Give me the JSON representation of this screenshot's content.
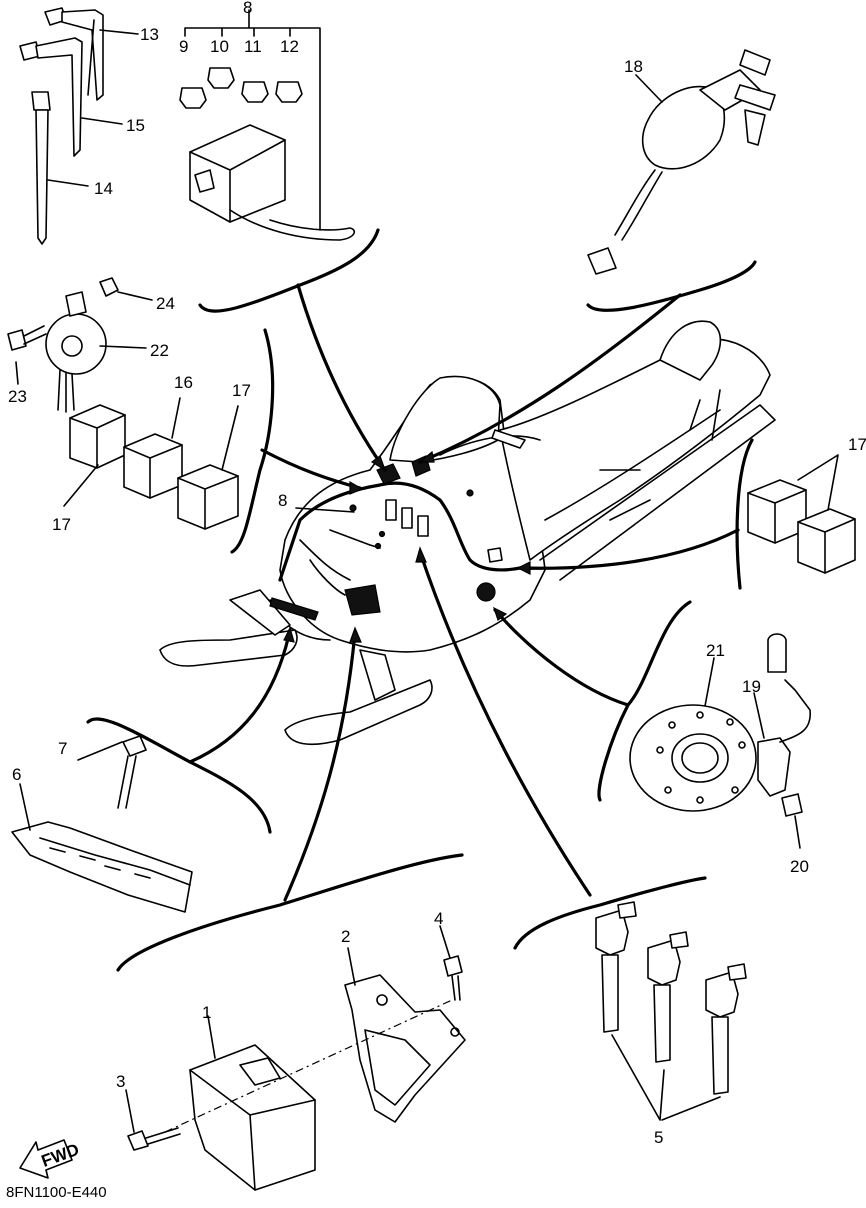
{
  "diagram": {
    "drawing_code": "8FN1100-E440",
    "fwd_label": "FWD",
    "callouts": [
      "1",
      "2",
      "3",
      "4",
      "5",
      "6",
      "7",
      "8",
      "9",
      "10",
      "11",
      "12",
      "13",
      "14",
      "15",
      "16",
      "17",
      "18",
      "19",
      "20",
      "21",
      "22",
      "23",
      "24"
    ],
    "callout_17_b": "17",
    "callout_8_b": "8",
    "callout_17_c": "17"
  }
}
